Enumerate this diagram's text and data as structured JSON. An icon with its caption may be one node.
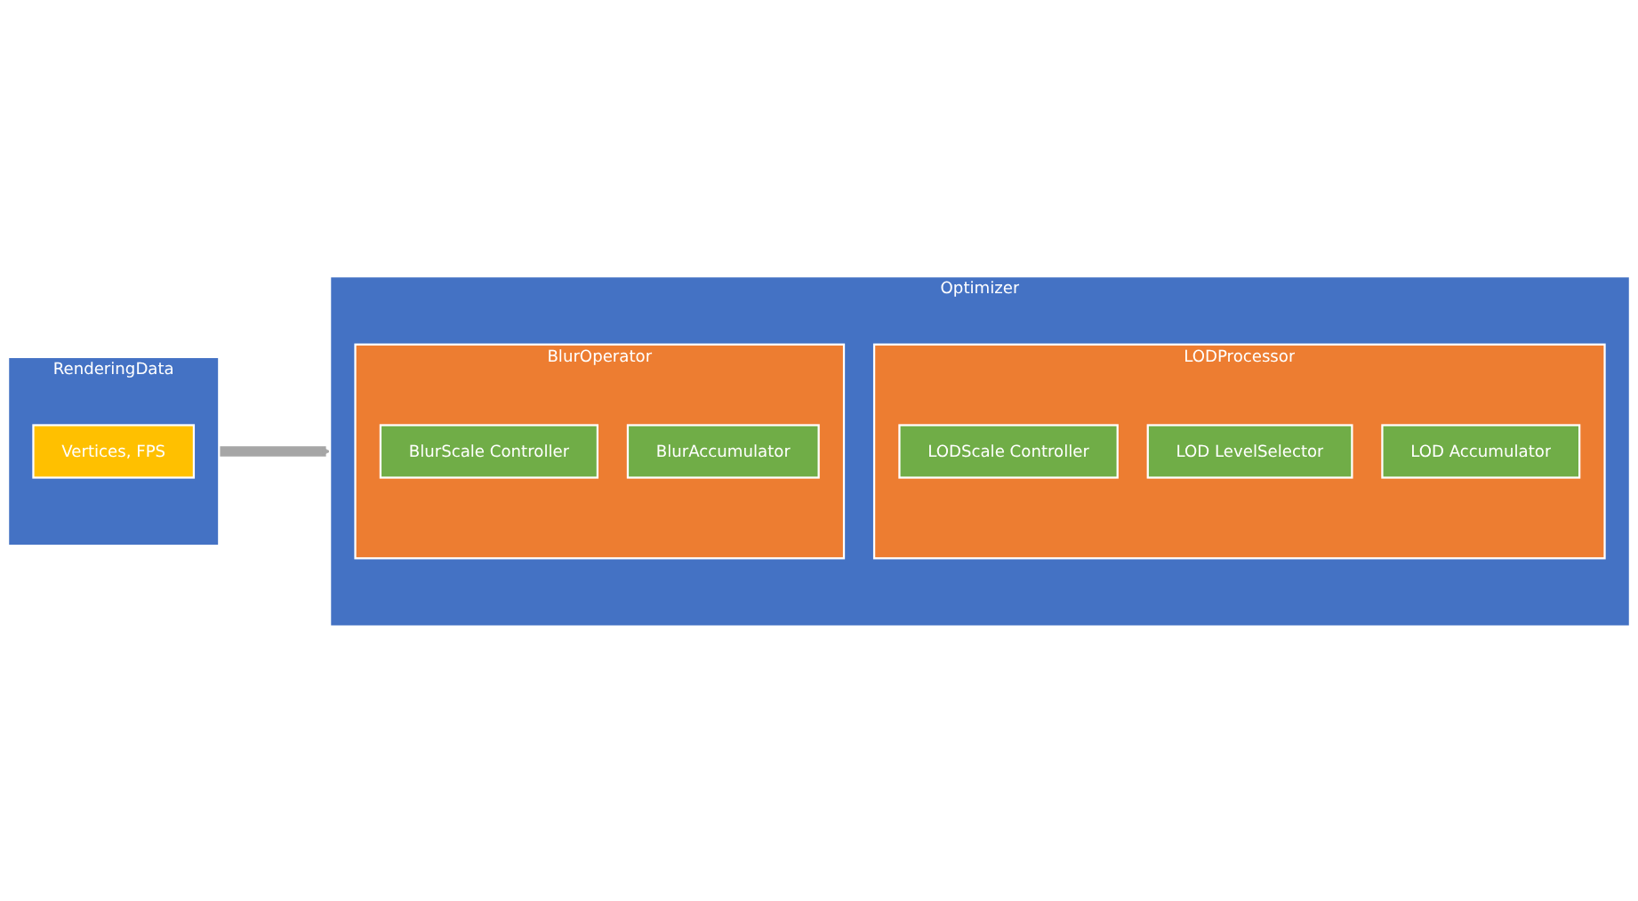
{
  "diagram": {
    "nodes": [
      {
        "text": [
          "RenderingData"
        ]
      },
      {
        "text": [
          "Vertices, FPS"
        ],
        "in": 0
      },
      {
        "text": [
          "Optimizer"
        ]
      },
      {
        "text": [
          "LODProcessor"
        ],
        "in": 2
      },
      {
        "text": [
          "LODScale Controller"
        ],
        "in": 3
      },
      {
        "text": [
          "LOD LevelSelector"
        ],
        "in": 3
      },
      {
        "text": [
          "LOD Accumulator"
        ],
        "in": 3
      },
      {
        "text": [
          "BlurOperator"
        ],
        "in": 2
      },
      {
        "text": [
          "BlurScale Controller"
        ],
        "in": 7
      },
      {
        "text": [
          "BlurAccumulator"
        ],
        "in": 7
      }
    ],
    "edges": [
      {
        "from": 0,
        "to": 2,
        "arrow": "to"
      }
    ]
  }
}
